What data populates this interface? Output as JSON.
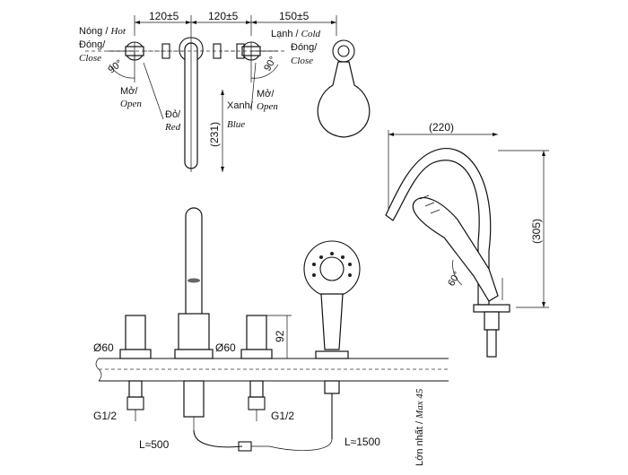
{
  "dimensions": {
    "spacing_left": "120±5",
    "spacing_mid": "120±5",
    "spacing_right": "150±5",
    "spout_height": "(231)",
    "handshower_reach": "(220)",
    "handshower_height": "(305)",
    "handle_height": "92",
    "diameter_left": "Ø60",
    "diameter_right": "Ø60",
    "thread_left": "G1/2",
    "thread_right": "G1/2",
    "hose_short": "L≈500",
    "hose_long": "L≈1500",
    "deck_thickness_vi": "Lớn nhất / ",
    "deck_thickness_en": "Max 45",
    "angle_left": "90°",
    "angle_right": "90°",
    "angle_handshower": "60°"
  },
  "labels": {
    "hot_vi": "Nóng / ",
    "hot_en": "Hot",
    "close_left_vi": "Đóng/",
    "close_left_en": "Close",
    "open_left_vi": "Mở/",
    "open_left_en": "Open",
    "red_vi": "Đỏ/",
    "red_en": "Red",
    "blue_vi": "Xanh/",
    "blue_en": "Blue",
    "cold_vi": "Lạnh / ",
    "cold_en": "Cold",
    "close_right_vi": "Đóng/",
    "close_right_en": "Close",
    "open_right_vi": "Mở/",
    "open_right_en": "Open"
  }
}
